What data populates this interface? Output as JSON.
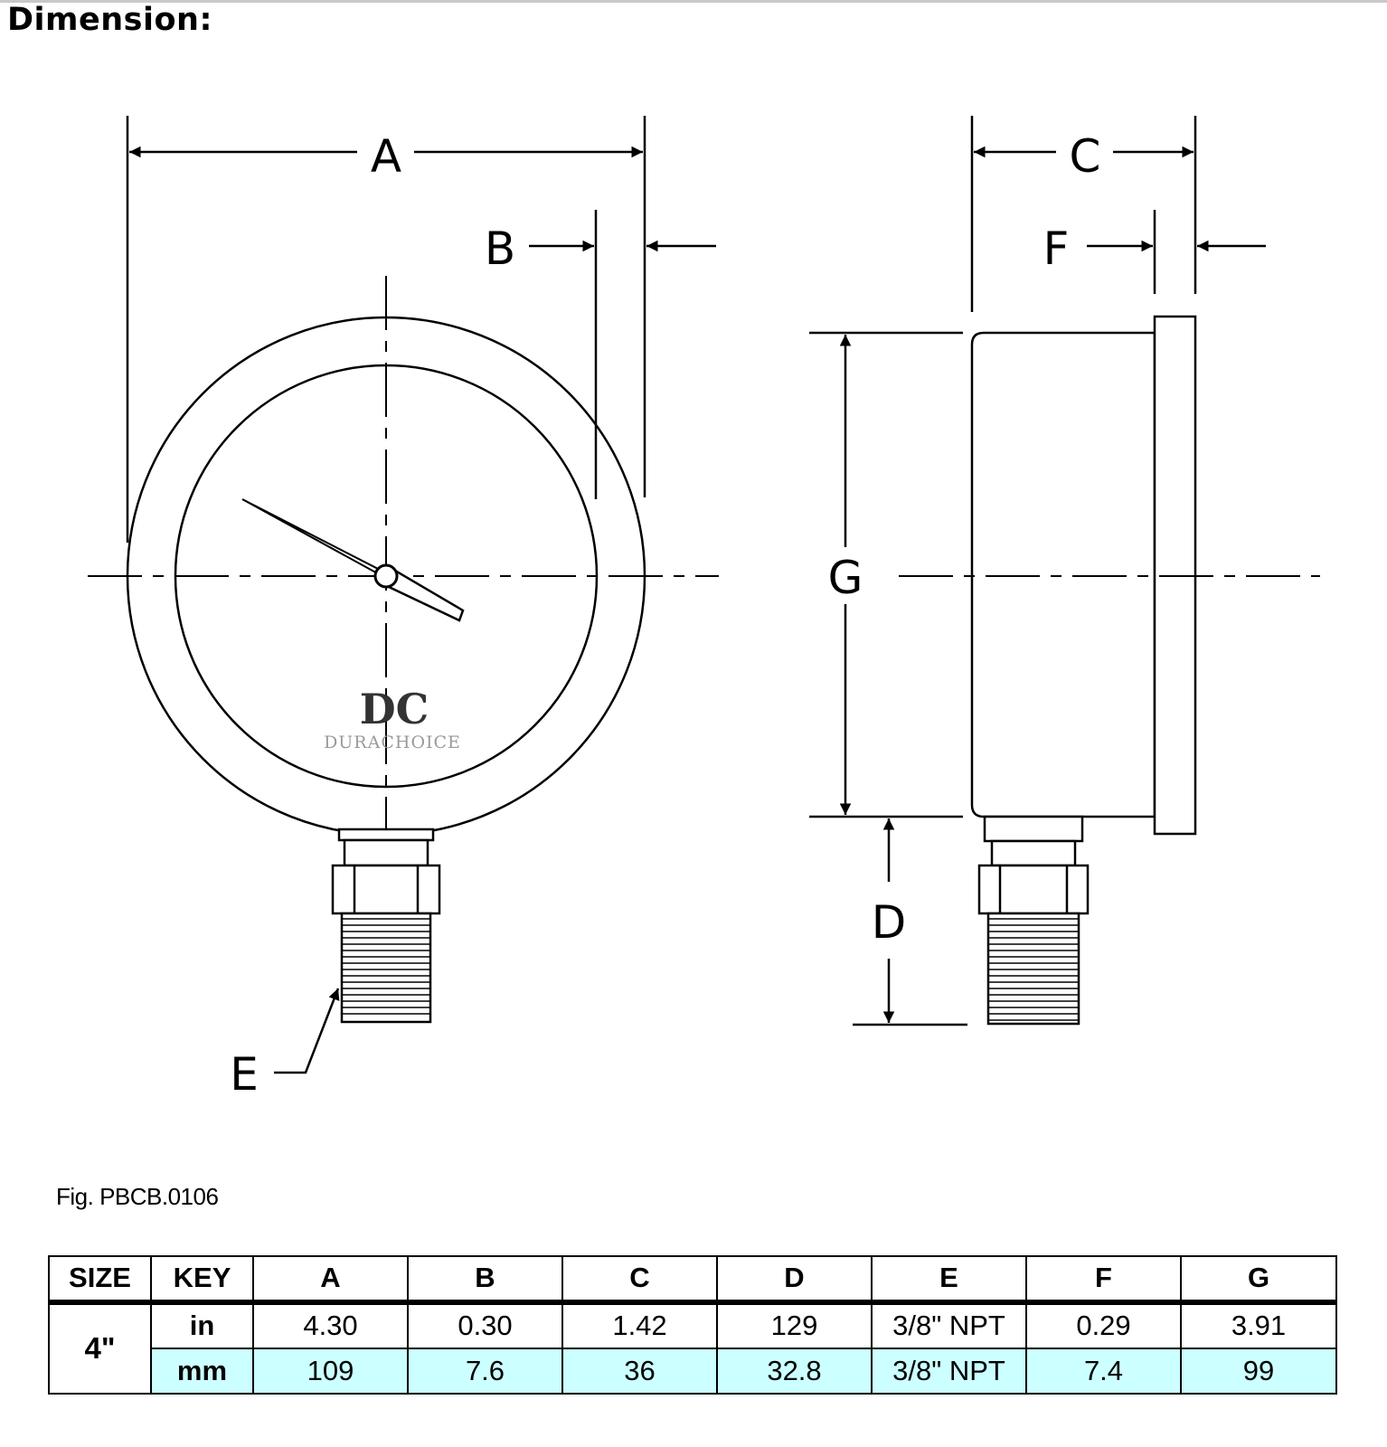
{
  "heading": "Dimension:",
  "drawing": {
    "labels": {
      "a": "A",
      "b": "B",
      "c": "C",
      "d": "D",
      "e": "E",
      "f": "F",
      "g": "G"
    },
    "logo": {
      "text": "DURACHOICE",
      "mark": "DC"
    }
  },
  "figure_caption": "Fig. PBCB.0106",
  "table": {
    "headers": [
      "SIZE",
      "KEY",
      "A",
      "B",
      "C",
      "D",
      "E",
      "F",
      "G"
    ],
    "size": "4\"",
    "rows": [
      {
        "key": "in",
        "values": [
          "4.30",
          "0.30",
          "1.42",
          "129",
          "3/8\" NPT",
          "0.29",
          "3.91"
        ]
      },
      {
        "key": "mm",
        "values": [
          "109",
          "7.6",
          "36",
          "32.8",
          "3/8\" NPT",
          "7.4",
          "99"
        ]
      }
    ],
    "highlight_color": "#ccffff"
  }
}
